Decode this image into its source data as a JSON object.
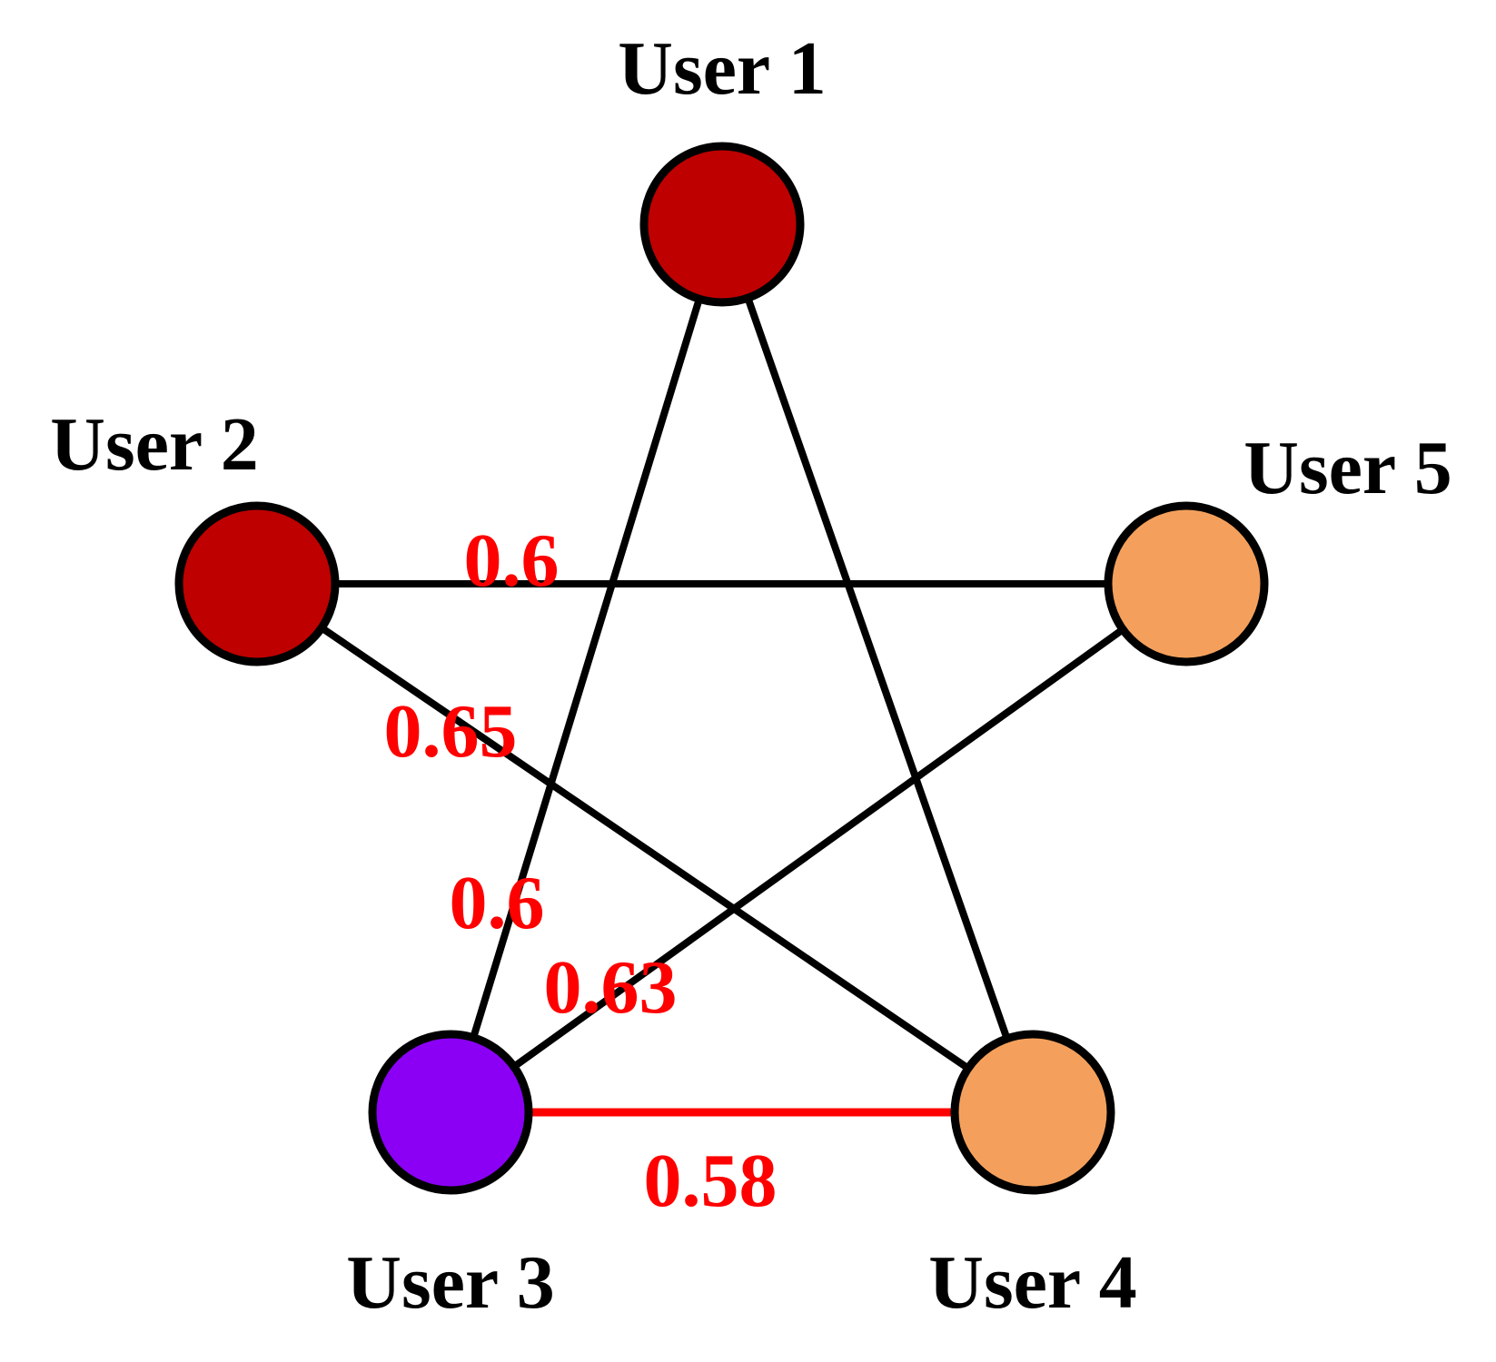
{
  "colors": {
    "edge_default": "#000000",
    "edge_highlight": "#ff0000",
    "edge_label": "#ff0000",
    "node_stroke": "#000000"
  },
  "nodes": [
    {
      "id": "u1",
      "label": "User 1",
      "color": "#bf0000"
    },
    {
      "id": "u2",
      "label": "User 2",
      "color": "#bf0000"
    },
    {
      "id": "u3",
      "label": "User 3",
      "color": "#8b00f5"
    },
    {
      "id": "u4",
      "label": "User 4",
      "color": "#f4a05c"
    },
    {
      "id": "u5",
      "label": "User 5",
      "color": "#f4a05c"
    }
  ],
  "edges": [
    {
      "from": "u1",
      "to": "u3",
      "weight": "0.6",
      "highlight": false
    },
    {
      "from": "u1",
      "to": "u4",
      "weight": "",
      "highlight": false
    },
    {
      "from": "u2",
      "to": "u5",
      "weight": "0.6",
      "highlight": false
    },
    {
      "from": "u2",
      "to": "u4",
      "weight": "0.65",
      "highlight": false
    },
    {
      "from": "u5",
      "to": "u3",
      "weight": "0.63",
      "highlight": false
    },
    {
      "from": "u3",
      "to": "u4",
      "weight": "0.58",
      "highlight": true
    }
  ]
}
